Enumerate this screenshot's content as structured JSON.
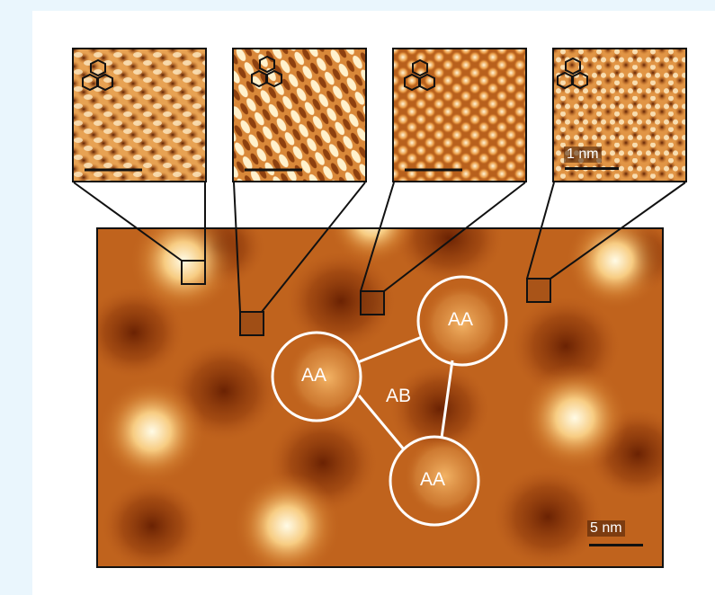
{
  "figure": {
    "insets": [
      {
        "id": "inset-1",
        "pattern": "honeycomb-stripes",
        "scalebar_label": ""
      },
      {
        "id": "inset-2",
        "pattern": "diagonal-dimers",
        "scalebar_label": ""
      },
      {
        "id": "inset-3",
        "pattern": "triangular-dots",
        "scalebar_label": ""
      },
      {
        "id": "inset-4",
        "pattern": "honeycomb",
        "scalebar_label": "1 nm"
      }
    ],
    "main": {
      "regions": {
        "aa_top": "AA",
        "aa_left": "AA",
        "aa_bottom": "AA",
        "ab_center": "AB"
      },
      "scalebar_label": "5 nm"
    },
    "colors": {
      "dark": "#7a2e05",
      "mid": "#c0631d",
      "light": "#fff4d8",
      "line": "#111111",
      "circle": "#ffffff"
    }
  }
}
